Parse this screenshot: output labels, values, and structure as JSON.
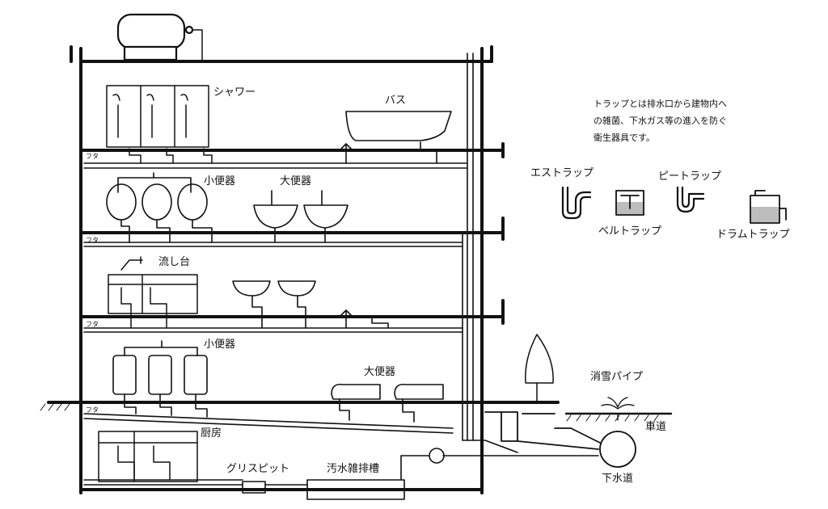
{
  "labels": {
    "shower": "シャワー",
    "bath": "バス",
    "urinal_upper": "小便器",
    "toilet_upper": "大便器",
    "sink": "流し台",
    "urinal_lower": "小便器",
    "toilet_lower": "大便器",
    "kitchen": "厨房",
    "grease_pit": "グリスピット",
    "sewage_tank": "汚水雑排槽",
    "snow_pipe": "消雪パイプ",
    "roadway": "車道",
    "sewer": "下水道",
    "lid_1": "フタ",
    "lid_2": "フタ",
    "lid_3": "フタ",
    "lid_4": "フタ"
  },
  "description": {
    "line1": "トラップとは排水口から建物内へ",
    "line2": "の雑菌、下水ガス等の進入を防ぐ",
    "line3": "衛生器具です。"
  },
  "traps": {
    "s_trap": "エストラップ",
    "p_trap": "ピートラップ",
    "bell_trap": "ベルトラップ",
    "drum_trap": "ドラムトラップ"
  }
}
